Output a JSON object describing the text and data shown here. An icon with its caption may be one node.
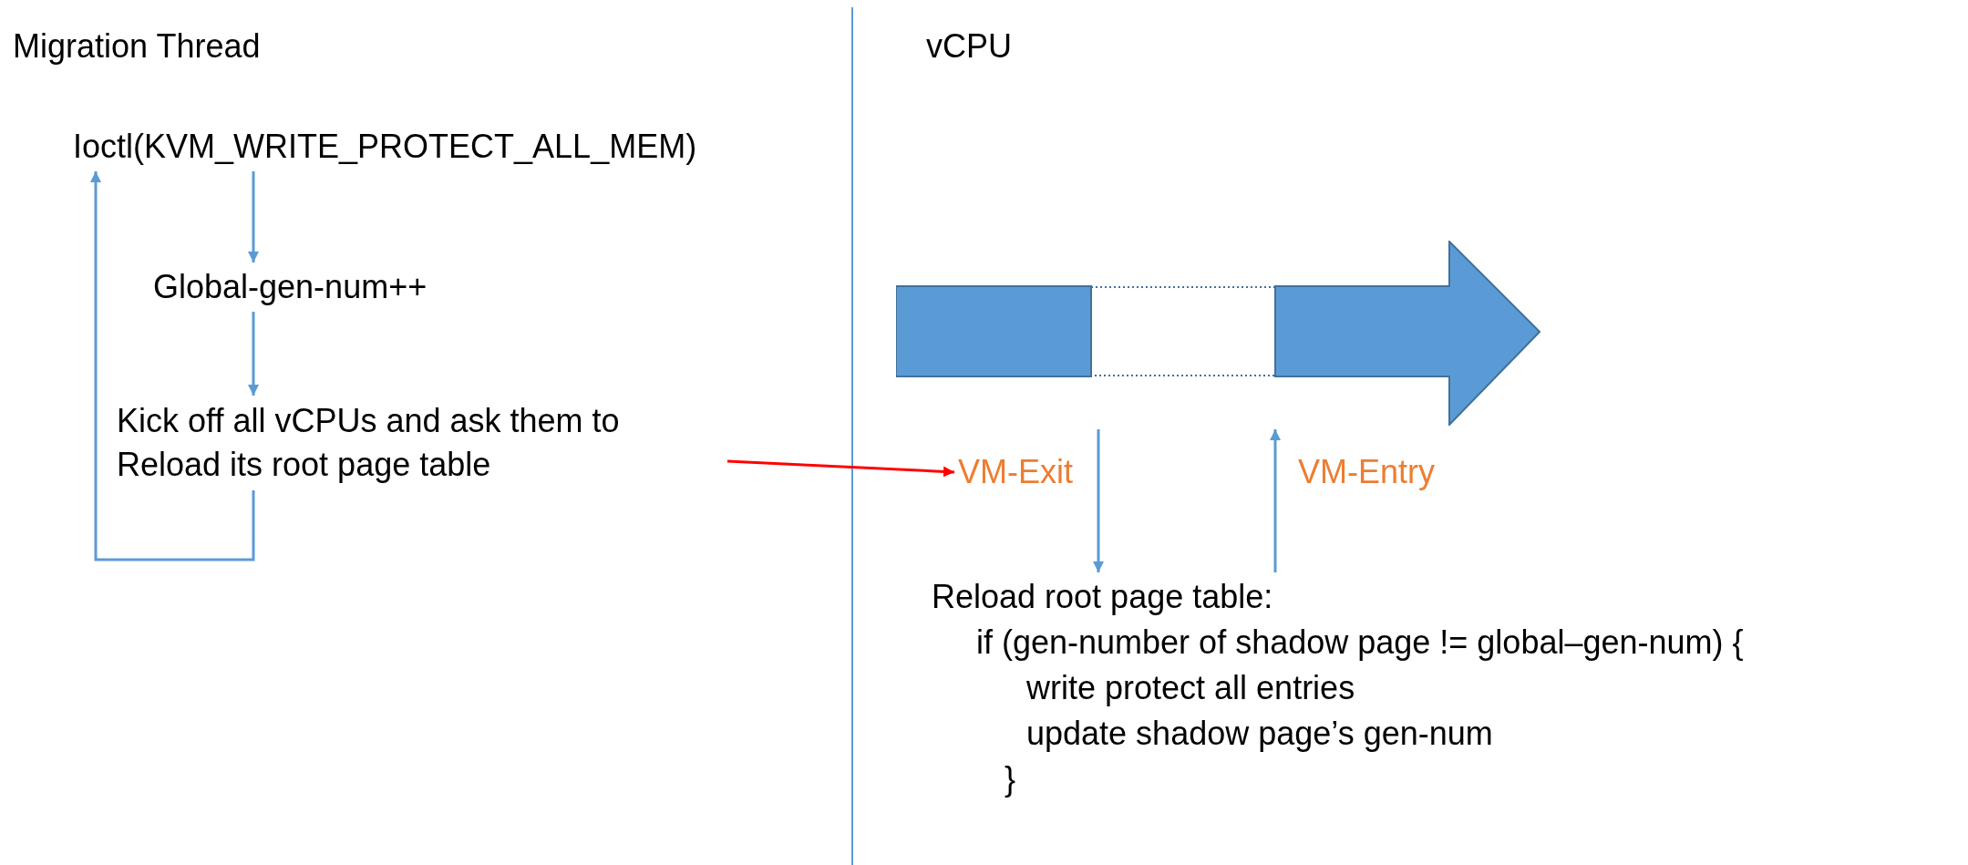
{
  "diagram": {
    "nodes": [
      {
        "text": [
          "Ioctl(KVM_WRITE_PROTECT_ALL_MEM)"
        ]
      },
      {
        "text": [
          "Global-gen-num++"
        ]
      },
      {
        "text": [],
        "shape": "arrow"
      },
      {
        "text": [
          "Kick off all vCPUs and ask them to Reload its root page table"
        ]
      },
      {
        "text": [
          "VM-Exit"
        ]
      },
      {
        "text": [
          "VM-Entry"
        ]
      },
      {
        "text": [
          "Reload root page table:",
          "if (gen-number of shadow page != global–gen-num) {",
          "write protect all entries",
          "update shadow page’s gen-num",
          "}"
        ]
      }
    ],
    "edges": [
      {
        "from": 0,
        "to": 1,
        "arrow": "to"
      },
      {
        "from": 1,
        "to": 3,
        "arrow": "to"
      },
      {
        "from": 3,
        "to": 0,
        "arrow": "to"
      },
      {
        "from": 3,
        "to": 4,
        "arrow": "to",
        "color": "#ff0000"
      },
      {
        "from": 2,
        "to": 6,
        "arrow": "to"
      },
      {
        "from": 6,
        "to": 2,
        "arrow": "to"
      }
    ],
    "labels": [
      "Migration Thread",
      "vCPU"
    ]
  }
}
